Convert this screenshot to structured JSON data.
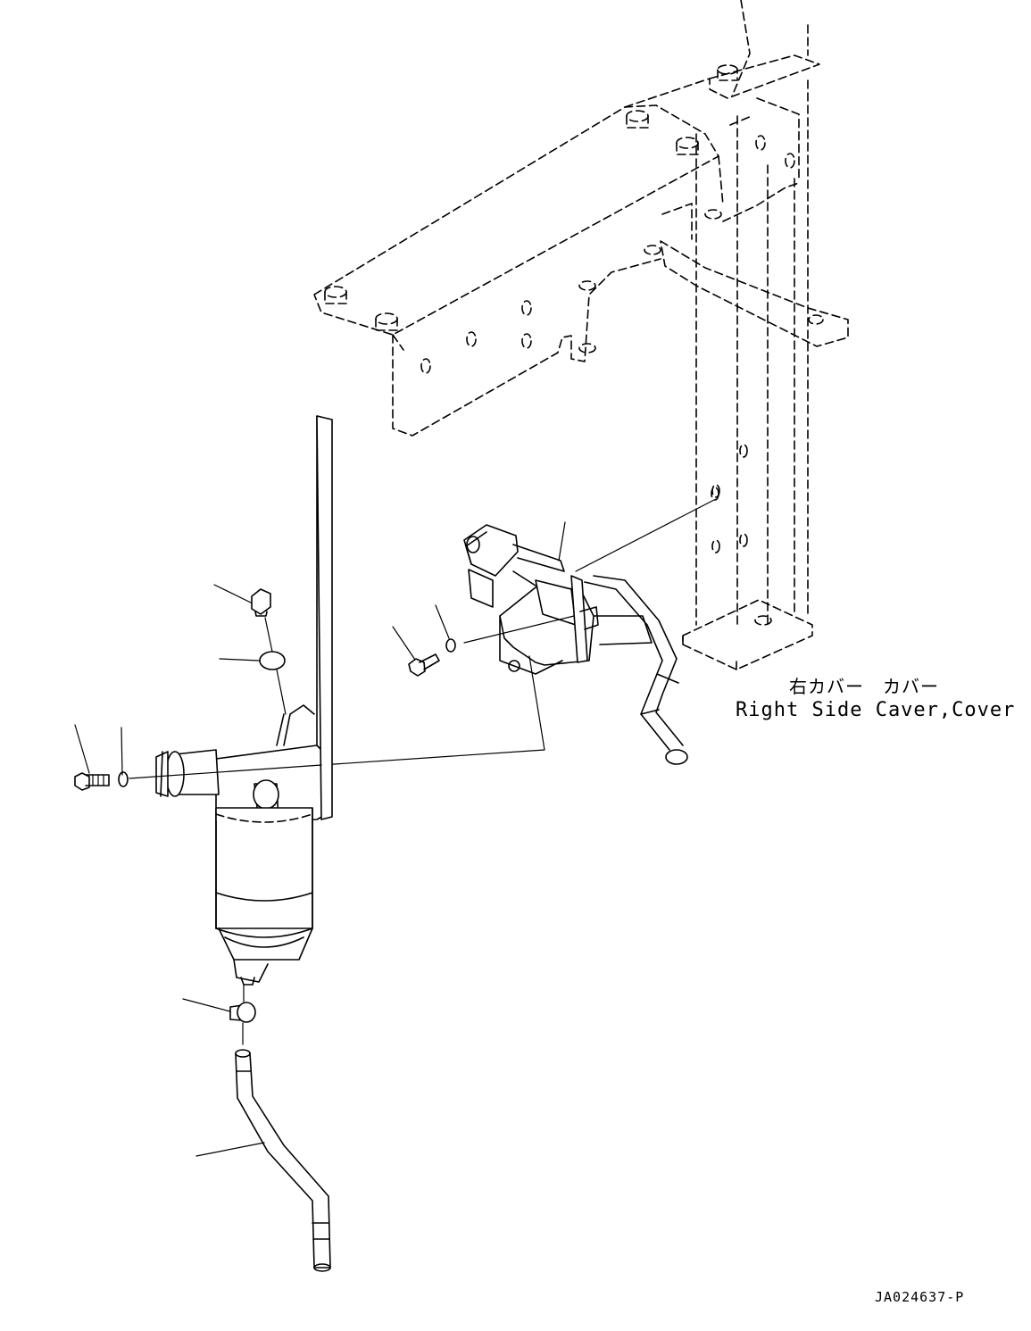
{
  "labels": {
    "cover_jp": "右カバー　カバー",
    "cover_en": "Right Side Caver,Cover",
    "drawing_id": "JA024637-P"
  },
  "icons": {
    "frame": "frame-bracket-dashed",
    "filter": "fuel-filter-assembly",
    "valve": "valve-bracket-assembly",
    "hose": "drain-hose"
  }
}
